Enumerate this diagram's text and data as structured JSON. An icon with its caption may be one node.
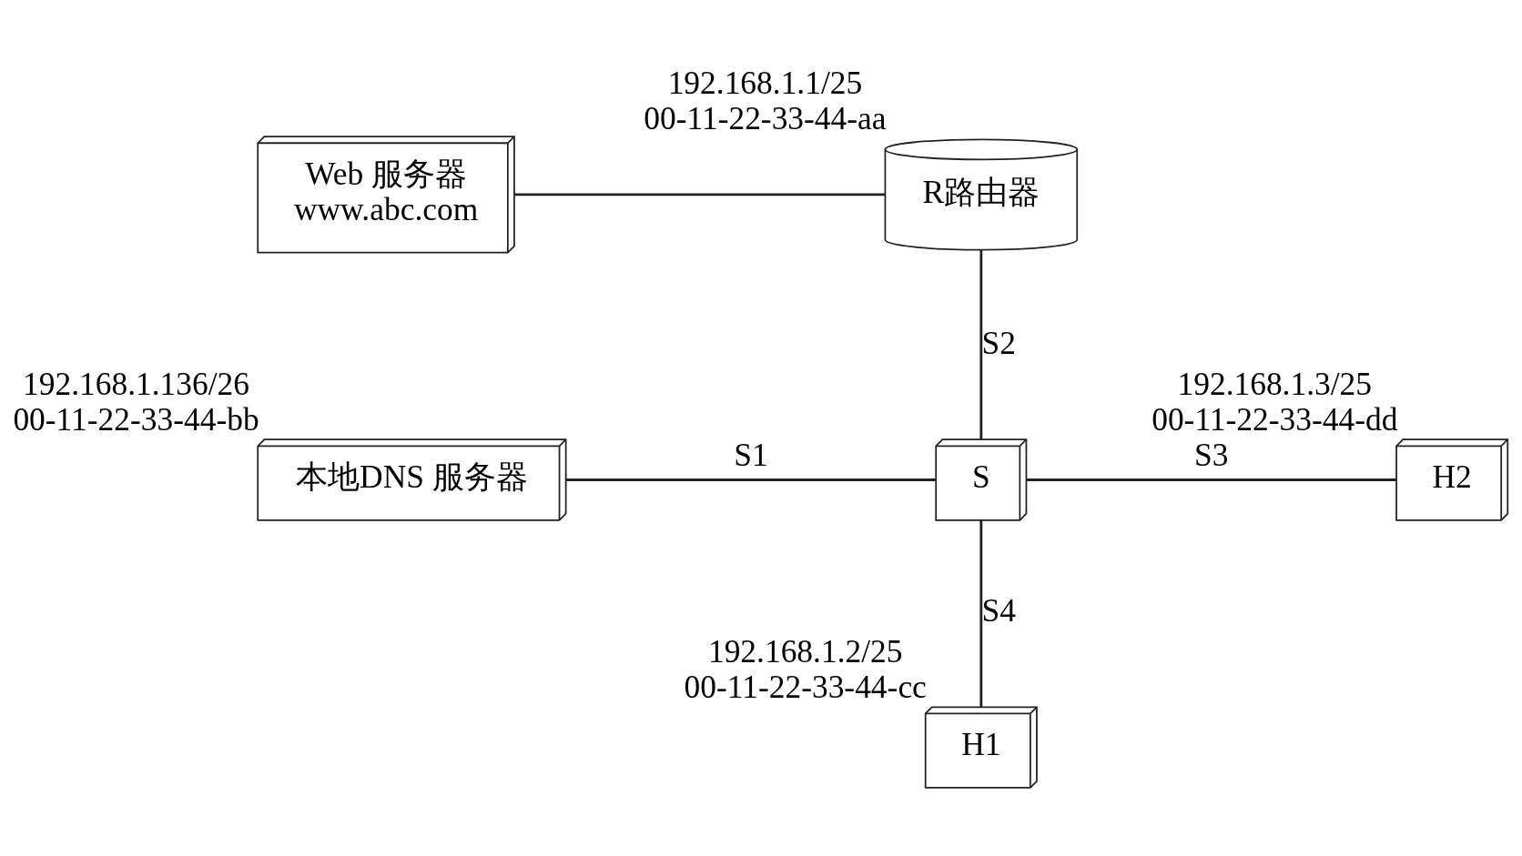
{
  "diagram": {
    "nodes": [
      {
        "text": [
          "Web 服务器",
          "www.abc.com"
        ]
      },
      {
        "text": [
          "R路由器"
        ],
        "beside": [
          "192.168.1.1/25",
          "00-11-22-33-44-aa"
        ]
      },
      {
        "text": [
          "本地DNS 服务器"
        ],
        "beside": [
          "192.168.1.136/26",
          "00-11-22-33-44-bb"
        ]
      },
      {
        "text": [
          "S"
        ]
      },
      {
        "text": [
          "H2"
        ],
        "beside": [
          "192.168.1.3/25",
          "00-11-22-33-44-dd"
        ]
      },
      {
        "text": [
          "H1"
        ],
        "beside": [
          "192.168.1.2/25",
          "00-11-22-33-44-cc"
        ]
      }
    ],
    "edges": [
      {
        "from": 0,
        "to": 1,
        "arrow": "none"
      },
      {
        "from": 1,
        "to": 3,
        "arrow": "none",
        "label": "S2"
      },
      {
        "from": 2,
        "to": 3,
        "arrow": "none",
        "label": "S1"
      },
      {
        "from": 3,
        "to": 4,
        "arrow": "none",
        "label": "S3"
      },
      {
        "from": 3,
        "to": 5,
        "arrow": "none",
        "label": "S4"
      }
    ]
  }
}
